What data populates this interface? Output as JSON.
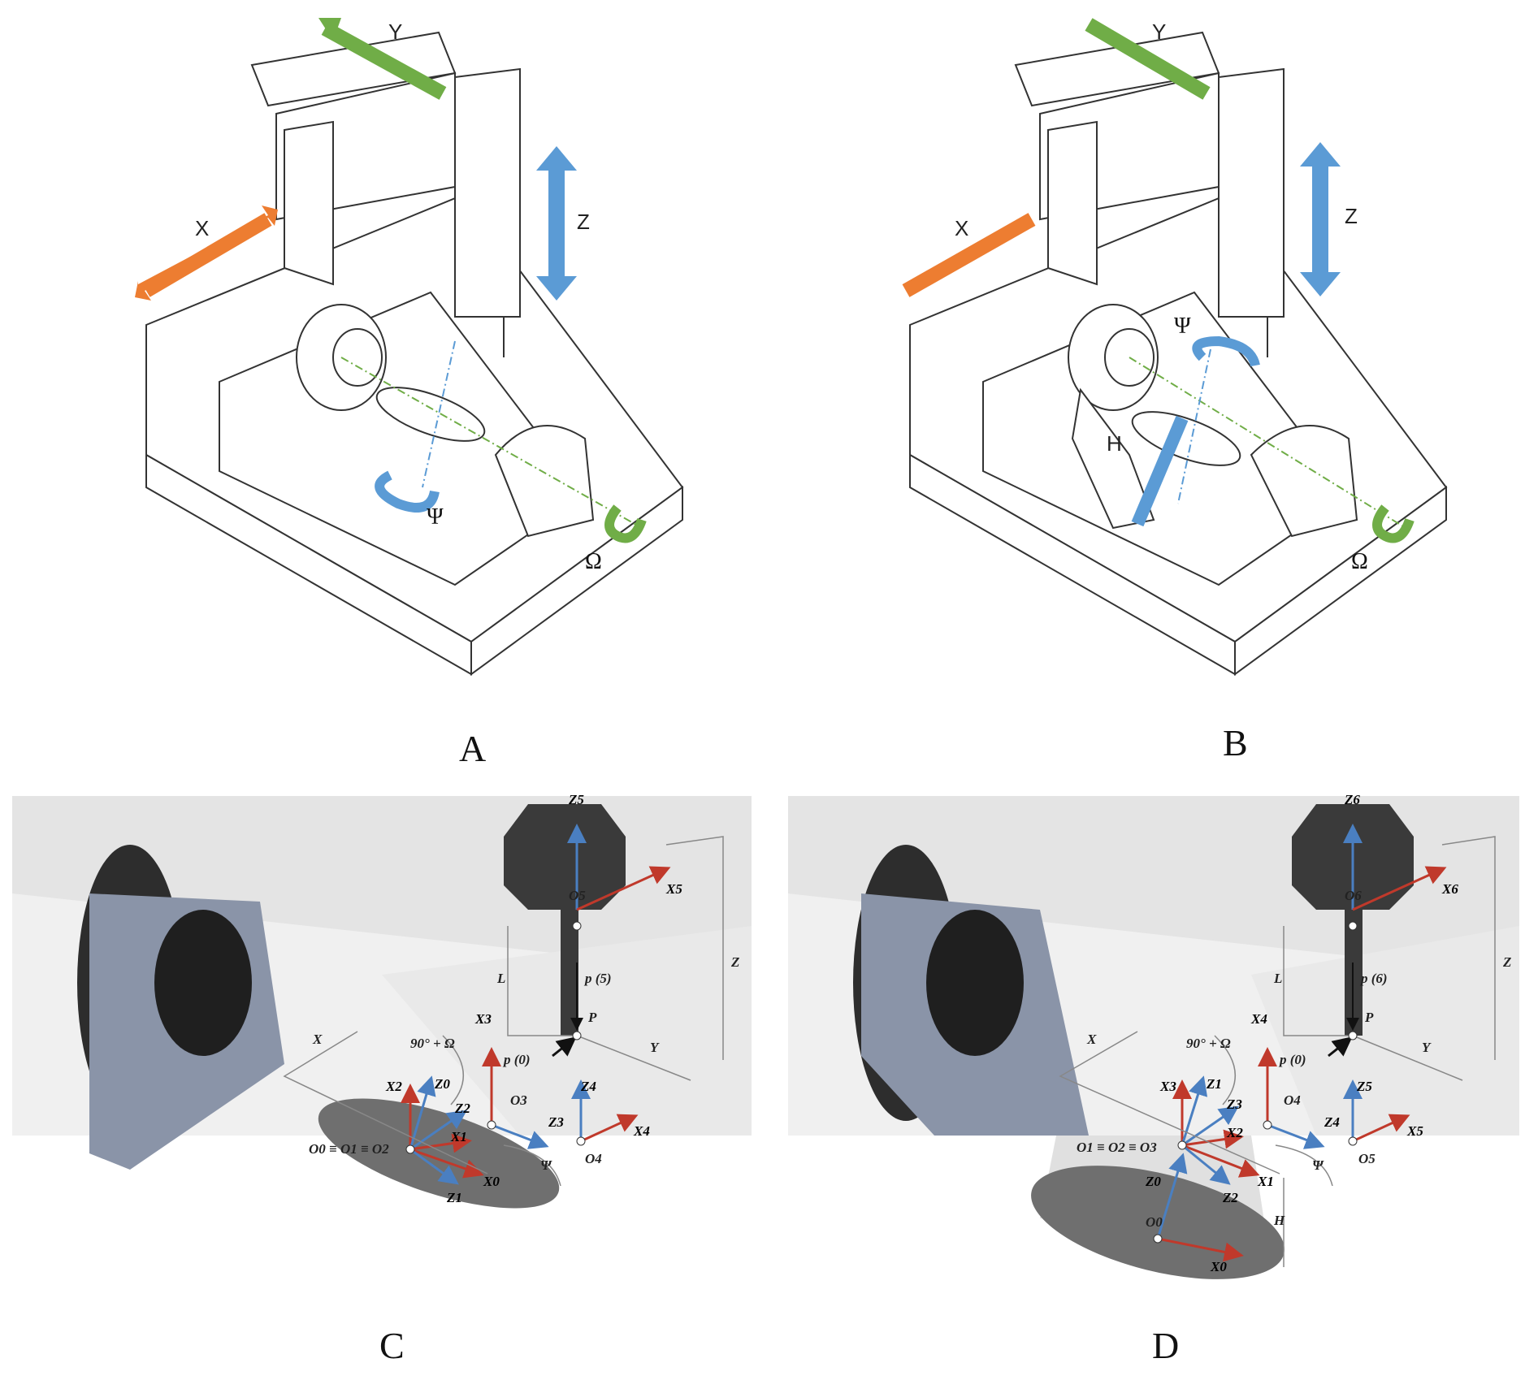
{
  "colors": {
    "x": "#ed7d31",
    "y": "#70ad47",
    "z": "#5b9bd5",
    "red": "#c0392b"
  },
  "panels": {
    "A": {
      "label": "A",
      "axes": {
        "x": "X",
        "y": "Y",
        "z": "Z",
        "psi": "Ψ",
        "omega": "Ω"
      }
    },
    "B": {
      "label": "B",
      "axes": {
        "x": "X",
        "y": "Y",
        "z": "Z",
        "psi": "Ψ",
        "omega": "Ω",
        "h": "H"
      }
    },
    "C": {
      "label": "C",
      "dims": {
        "x": "X",
        "y": "Y",
        "z": "Z",
        "l": "L",
        "psi": "Ψ",
        "angle": "90° + Ω"
      },
      "points": {
        "origin": "O0 ≡ O1 ≡ O2",
        "o3": "O3",
        "o4": "O4",
        "o5": "O5",
        "p": "P"
      },
      "vectors": {
        "p5": "p (5)",
        "p0": "p (0)"
      },
      "axes": [
        "Z5",
        "X5",
        "X3",
        "X2",
        "Z0",
        "Z2",
        "X1",
        "Z3",
        "Z4",
        "X4",
        "X0",
        "Z1"
      ]
    },
    "D": {
      "label": "D",
      "dims": {
        "x": "X",
        "y": "Y",
        "z": "Z",
        "l": "L",
        "psi": "Ψ",
        "angle": "90° + Ω",
        "h": "H"
      },
      "points": {
        "origin": "O1 ≡ O2 ≡ O3",
        "o0": "O0",
        "o4": "O4",
        "o5": "O5",
        "o6": "O6",
        "p": "P"
      },
      "vectors": {
        "p6": "p (6)",
        "p0": "p (0)"
      },
      "axes": [
        "Z6",
        "X6",
        "X4",
        "X3",
        "Z1",
        "Z3",
        "X2",
        "Z4",
        "Z5",
        "X5",
        "Z0",
        "Z2",
        "X1",
        "X0"
      ]
    }
  }
}
